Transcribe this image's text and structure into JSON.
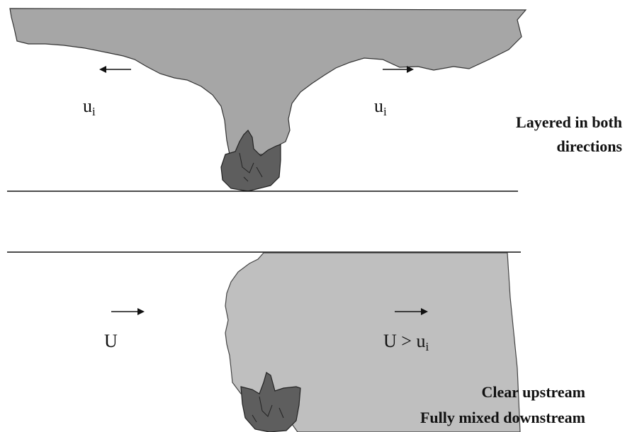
{
  "top_panel": {
    "left_velocity": {
      "symbol": "u",
      "subscript": "i"
    },
    "right_velocity": {
      "symbol": "u",
      "subscript": "i"
    },
    "caption": {
      "line1": "Layered in both",
      "line2": "directions"
    }
  },
  "bottom_panel": {
    "left_velocity": {
      "symbol": "U"
    },
    "right_velocity": {
      "symbol": "U > u",
      "subscript": "i"
    },
    "caption": {
      "line1": "Clear upstream",
      "line2": "Fully mixed downstream"
    }
  },
  "colors": {
    "smoke_top": "#a6a6a6",
    "smoke_bottom": "#bfbfbf",
    "fire": "#5e5e5e",
    "outline": "#222222"
  }
}
